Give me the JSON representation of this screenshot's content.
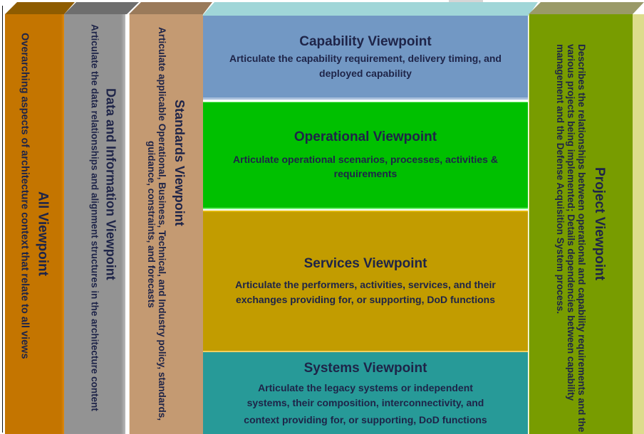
{
  "diagram": {
    "columns_left": [
      {
        "id": "all",
        "title": "All Viewpoint",
        "description": "Overarching aspects of architecture context that relate to all views",
        "color": "#c47500"
      },
      {
        "id": "data",
        "title": "Data and Information Viewpoint",
        "description": "Articulate the data relationships and alignment structures in the architecture content",
        "color": "#939393"
      },
      {
        "id": "standards",
        "title": "Standards Viewpoint",
        "description": "Articulate applicable Operational, Business, Technical, and Industry policy, standards, guidance, constraints, and forecasts",
        "color": "#c49a72"
      }
    ],
    "center_stack": [
      {
        "id": "capability",
        "title": "Capability Viewpoint",
        "description": "Articulate the capability requirement, delivery timing, and deployed capability",
        "color": "#7298c4"
      },
      {
        "id": "operational",
        "title": "Operational Viewpoint",
        "description": "Articulate operational scenarios, processes, activities & requirements",
        "color": "#00c000"
      },
      {
        "id": "services",
        "title": "Services Viewpoint",
        "description": "Articulate the performers, activities, services, and their exchanges providing for, or supporting, DoD functions",
        "color": "#c29c00"
      },
      {
        "id": "systems",
        "title": "Systems Viewpoint",
        "description_lines": [
          "Articulate the legacy systems or independent",
          "systems, their composition, interconnectivity, and",
          "context providing for, or supporting, DoD functions"
        ],
        "color": "#279a98"
      }
    ],
    "column_right": {
      "id": "project",
      "title": "Project Viewpoint",
      "description": "Describes the relationships between operational and capability requirements and the various projects being implemented; Details dependencies between capability management and the Defense Acquisition System process.",
      "color": "#789c00"
    },
    "text_color": "#1e2448"
  }
}
